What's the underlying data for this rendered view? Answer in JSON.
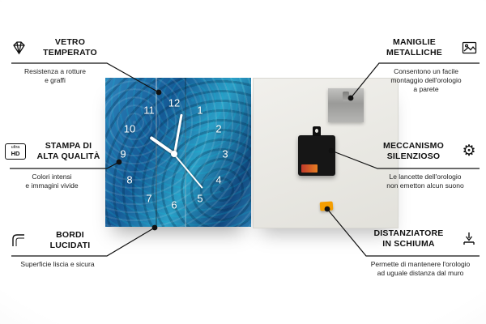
{
  "annotations": {
    "left": [
      {
        "title": "VETRO\nTEMPERATO",
        "description": "Resistenza a rotture\ne graffi",
        "icon": "diamond-icon"
      },
      {
        "title": "STAMPA DI\nALTA QUALITÀ",
        "description": "Colori intensi\ne immagini vivide",
        "icon": "ultra-hd-badge",
        "badge": {
          "line1": "ultra",
          "line2": "HD"
        }
      },
      {
        "title": "BORDI\nLUCIDATI",
        "description": "Superficie liscia e sicura",
        "icon": "polished-corner-icon"
      }
    ],
    "right": [
      {
        "title": "MANIGLIE\nMETALLICHE",
        "description": "Consentono un facile\nmontaggio dell'orologio\na parete",
        "icon": "picture-frame-icon"
      },
      {
        "title": "MECCANISMO\nSILENZIOSO",
        "description": "Le lancette dell'orologio\nnon emetton alcun suono",
        "icon": "gear-icon"
      },
      {
        "title": "DISTANZIATORE\nIN SCHIUMA",
        "description": "Permette di mantenere l'orologio\nad uguale distanza dal muro",
        "icon": "foam-spacer-icon"
      }
    ]
  },
  "clock": {
    "numbers": [
      "1",
      "2",
      "3",
      "4",
      "5",
      "6",
      "7",
      "8",
      "9",
      "10",
      "11",
      "12"
    ]
  },
  "icons": {
    "gear_glyph": "⚙"
  },
  "colors": {
    "callout_line": "#111111",
    "clock_blue": "#2a7fb5",
    "foam_spacer_orange": "#f59e00",
    "mechanism_black": "#161616"
  }
}
